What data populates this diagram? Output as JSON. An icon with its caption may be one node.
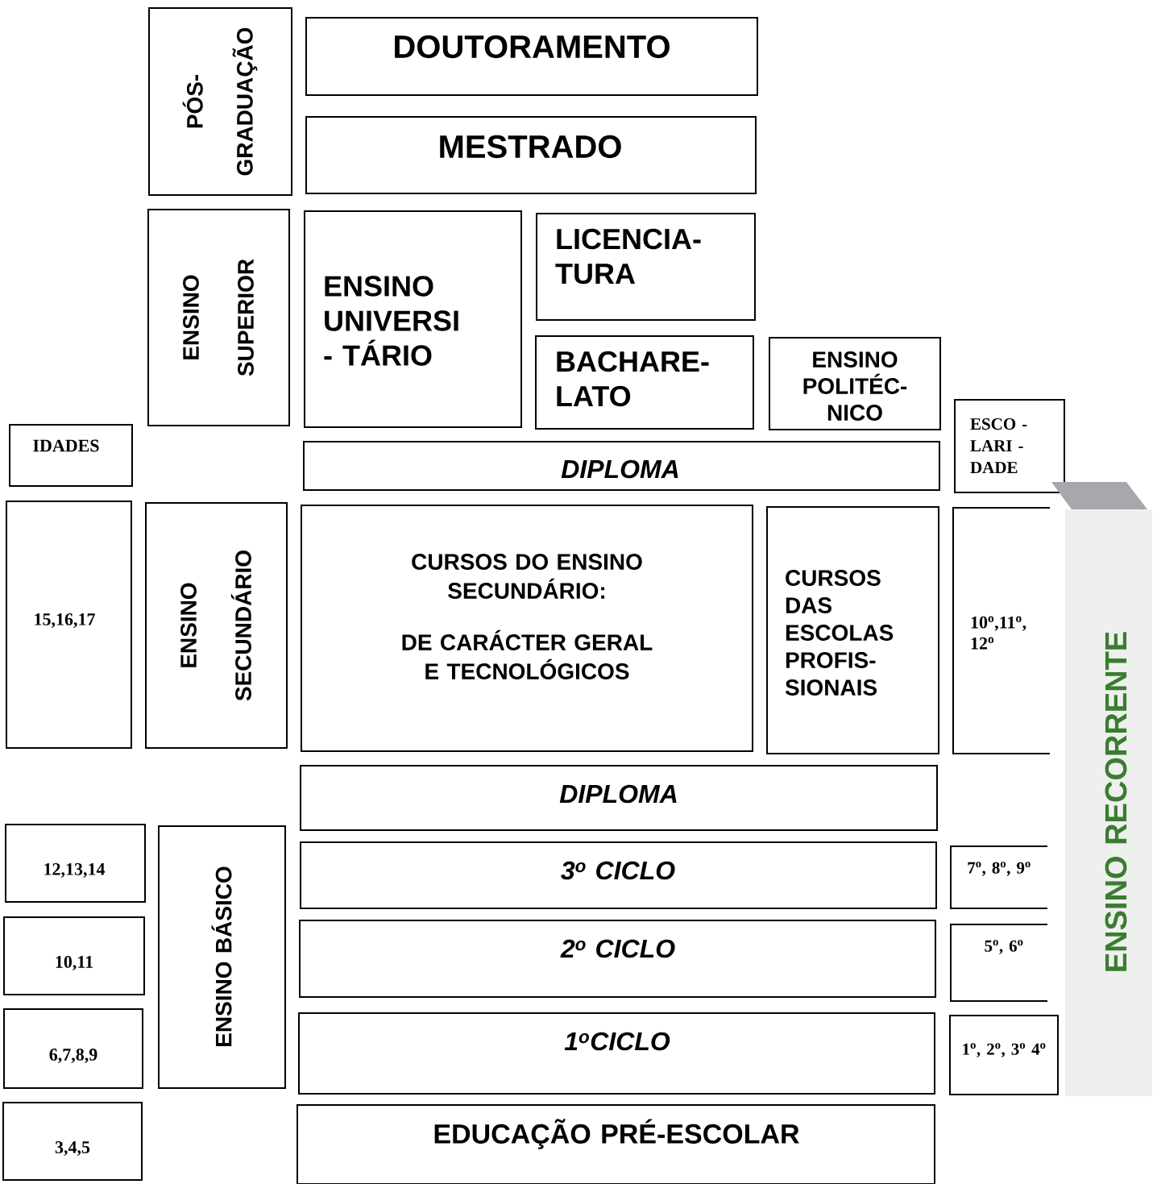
{
  "diagram": {
    "nodes": [
      {
        "text": [
          "PÓS- GRADUAÇÃO"
        ]
      },
      {
        "text": [
          "DOUTORAMENTO"
        ]
      },
      {
        "text": [
          "MESTRADO"
        ]
      },
      {
        "text": [
          "ENSINO SUPERIOR"
        ]
      },
      {
        "text": [
          "ENSINO UNIVERSI - TÁRIO"
        ]
      },
      {
        "text": [
          "LICENCIA- TURA"
        ]
      },
      {
        "text": [
          "BACHARE- LATO"
        ]
      },
      {
        "text": [
          "ENSINO POLITÉC- NICO"
        ]
      },
      {
        "text": [
          "ESCO - LARI - DADE"
        ]
      },
      {
        "text": [
          "IDADES"
        ]
      },
      {
        "text": [
          "DIPLOMA"
        ]
      },
      {
        "text": [
          "15,16,17"
        ]
      },
      {
        "text": [
          "ENSINO SECUNDÁRIO"
        ]
      },
      {
        "text": [
          "CURSOS DO ENSINO SECUNDÁRIO:",
          "DE CARÁCTER GERAL E TECNOLÓGICOS"
        ]
      },
      {
        "text": [
          "CURSOS DAS ESCOLAS PROFIS- SIONAIS"
        ]
      },
      {
        "text": [
          "10$^{o}$,11$^{o}$, 12$^{o}$"
        ]
      },
      {
        "text": [
          "ENSINO RECORRENTE"
        ]
      },
      {
        "text": [
          "DIPLOMA"
        ]
      },
      {
        "text": [
          "12,13,14"
        ]
      },
      {
        "text": [
          "ENSINO BÁSICO"
        ]
      },
      {
        "text": [
          "3$^{o}$ CICLO"
        ]
      },
      {
        "text": [
          "7$^{o}$, 8$^{o}$, 9$^{o}$"
        ]
      },
      {
        "text": [
          "10,11"
        ]
      },
      {
        "text": [
          "2$^{o}$ CICLO"
        ]
      },
      {
        "text": [
          "5$^{o}$, 6$^{o}$"
        ]
      },
      {
        "text": [
          "6,7,8,9"
        ]
      },
      {
        "text": [
          "1$^{o}$CICLO"
        ]
      },
      {
        "text": [
          "1$^{o}$, 2$^{o}$, 3$^{o}$ 4$^{o}$"
        ]
      },
      {
        "text": [
          "3,4,5"
        ]
      },
      {
        "text": [
          "EDUCAÇÃO PRÉ-ESCOLAR"
        ]
      }
    ]
  }
}
